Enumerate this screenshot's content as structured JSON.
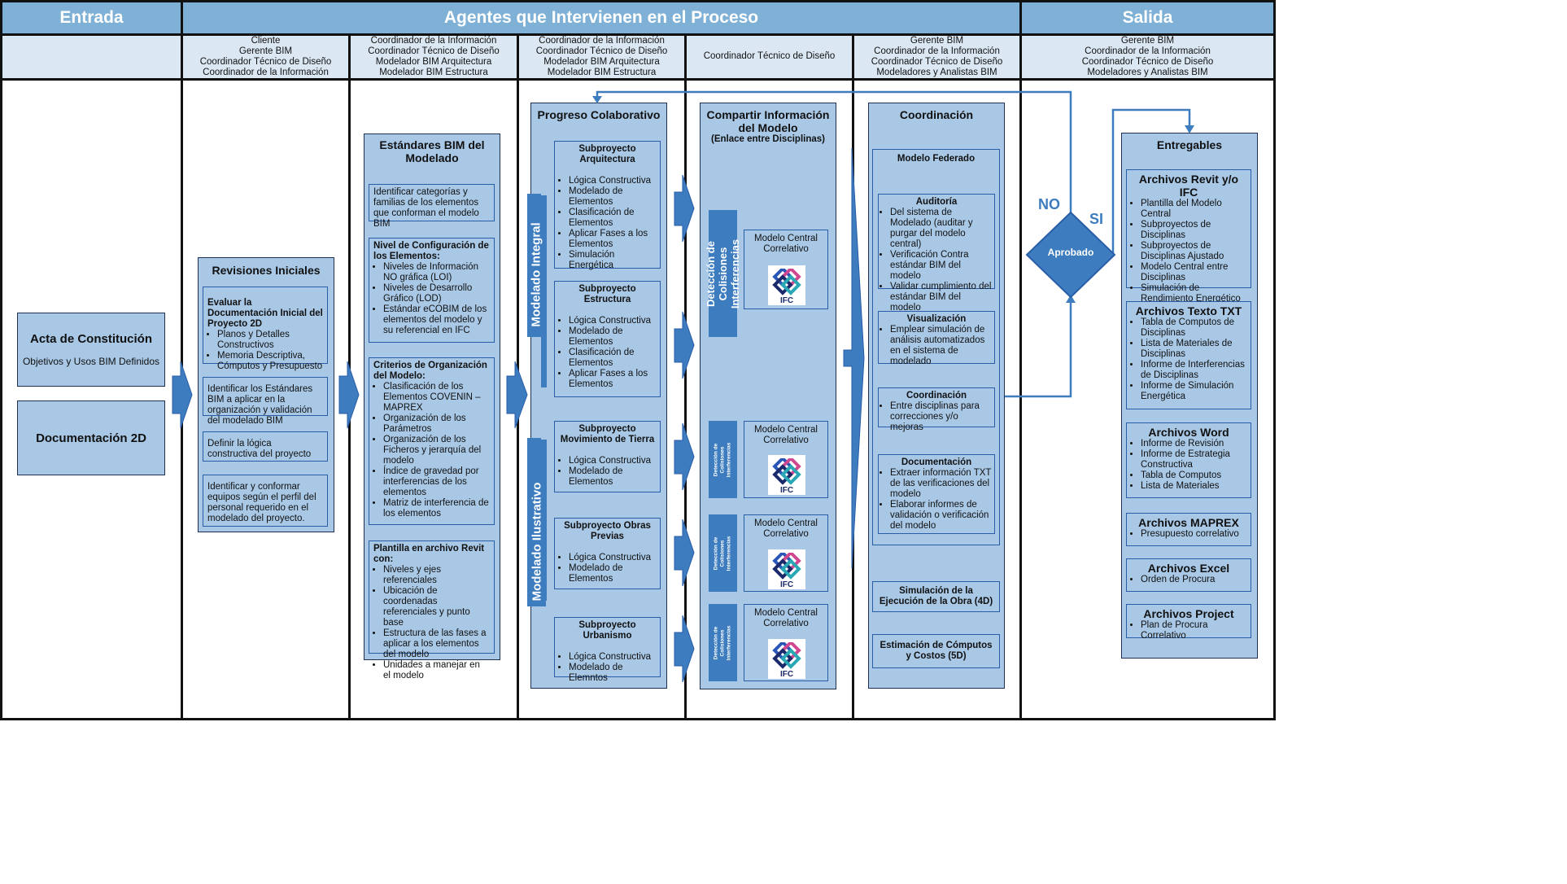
{
  "header": {
    "input": "Entrada",
    "agents": "Agentes que Intervienen en el Proceso",
    "output": "Salida"
  },
  "roles": {
    "col2": [
      "Cliente",
      "Gerente BIM",
      "Coordinador Técnico de Diseño",
      "Coordinador de la Información"
    ],
    "col3": [
      "Coordinador de la Información",
      "Coordinador Técnico de Diseño",
      "Modelador BIM Arquitectura",
      "Modelador BIM Estructura"
    ],
    "col4": [
      "Coordinador de la Información",
      "Coordinador Técnico de Diseño",
      "Modelador BIM Arquitectura",
      "Modelador BIM Estructura"
    ],
    "col5": [
      "Coordinador Técnico de Diseño"
    ],
    "col6": [
      "Gerente BIM",
      "Coordinador de la Información",
      "Coordinador Técnico de Diseño",
      "Modeladores y Analistas BIM"
    ],
    "col7": [
      "Gerente BIM",
      "Coordinador de la Información",
      "Coordinador Técnico de Diseño",
      "Modeladores y Analistas BIM"
    ]
  },
  "inputs": {
    "acta_title": "Acta de Constitución",
    "acta_sub": "Objetivos y Usos BIM Definidos",
    "doc2d": "Documentación 2D"
  },
  "revisiones": {
    "title": "Revisiones Iniciales",
    "b1_title": "Evaluar la Documentación Inicial del Proyecto 2D",
    "b1_items": [
      "Planos y Detalles Constructivos",
      "Memoria Descriptiva, Cómputos y Presupuesto"
    ],
    "b2": "Identificar los Estándares BIM a aplicar en la organización y validación del modelado BIM",
    "b3": "Definir la lógica constructiva del proyecto",
    "b4": "Identificar y conformar equipos según el perfil del personal requerido en el modelado del proyecto."
  },
  "estandares": {
    "title": "Estándares BIM del Modelado",
    "b1": "Identificar categorías y familias de los elementos que conforman el modelo BIM",
    "b2_title": "Nivel de Configuración de los Elementos:",
    "b2_items": [
      "Niveles de Información NO gráfica (LOI)",
      "Niveles de Desarrollo Gráfico (LOD)",
      "Estándar eCOBIM de los elementos del modelo y su referencial en IFC"
    ],
    "b3_title": "Criterios de Organización del Modelo:",
    "b3_items": [
      "Clasificación de los Elementos COVENIN – MAPREX",
      "Organización de los Parámetros",
      "Organización de los Ficheros y jerarquía del modelo",
      "Índice de gravedad por interferencias de los elementos",
      "Matriz de interferencia de los elementos"
    ],
    "b4_title": "Plantilla en archivo Revit con:",
    "b4_items": [
      "Niveles y ejes referenciales",
      "Ubicación de coordenadas referenciales y punto base",
      "Estructura de las fases a aplicar a los elementos del modelo",
      "Unidades a manejar en el modelo"
    ]
  },
  "progreso": {
    "title": "Progreso Colaborativo",
    "label_integral": "Modelado Integral",
    "label_ilustrativo": "Modelado Ilustrativo",
    "s1_title": "Subproyecto Arquitectura",
    "s1_items": [
      "Lógica Constructiva",
      "Modelado de Elementos",
      "Clasificación de Elementos",
      "Aplicar Fases a los Elementos",
      "Simulación Energética"
    ],
    "s2_title": "Subproyecto Estructura",
    "s2_items": [
      "Lógica Constructiva",
      "Modelado de Elementos",
      "Clasificación de Elementos",
      "Aplicar Fases a los Elementos"
    ],
    "s3_title": "Subproyecto Movimiento de Tierra",
    "s3_items": [
      "Lógica Constructiva",
      "Modelado de Elementos"
    ],
    "s4_title": "Subproyecto Obras Previas",
    "s4_items": [
      "Lógica Constructiva",
      "Modelado de Elementos"
    ],
    "s5_title": "Subproyecto Urbanismo",
    "s5_items": [
      "Lógica Constructiva",
      "Modelado de Elemntos"
    ]
  },
  "compartir": {
    "title": "Compartir Información del Modelo",
    "subtitle": "(Enlace entre Disciplinas)",
    "collision_big": "Detección de Colisiones Interferencias",
    "collision_small": "Detección de Colisiones Interferencias",
    "model_label": "Modelo Central Correlativo",
    "ifc": "IFC"
  },
  "coordinacion": {
    "title": "Coordinación",
    "federado": "Modelo Federado",
    "auditoria_title": "Auditoría",
    "auditoria_items": [
      "Del sistema de Modelado (auditar y purgar del modelo central)",
      "Verificación Contra estándar BIM del modelo",
      "Validar cumplimiento del estándar BIM del modelo"
    ],
    "visual_title": "Visualización",
    "visual_items": [
      "Emplear simulación de análisis automatizados en el sistema de modelado"
    ],
    "coord_title": "Coordinación",
    "coord_items": [
      "Entre disciplinas para correcciones y/o mejoras"
    ],
    "doc_title": "Documentación",
    "doc_items": [
      "Extraer información TXT de las verificaciones del modelo",
      "Elaborar informes de validación o verificación del modelo"
    ],
    "sim4d": "Simulación de la Ejecución de la Obra (4D)",
    "est5d": "Estimación de Cómputos y Costos (5D)"
  },
  "decision": {
    "label": "Aprobado",
    "no": "NO",
    "si": "SI"
  },
  "entregables": {
    "title": "Entregables",
    "g1_title": "Archivos Revit y/o IFC",
    "g1_items": [
      "Plantilla del Modelo Central",
      "Subproyectos de Disciplinas",
      "Subproyectos de Disciplinas Ajustado",
      "Modelo Central entre Disciplinas",
      "Simulación de Rendimiento Energético"
    ],
    "g2_title": "Archivos Texto TXT",
    "g2_items": [
      "Tabla de Computos de Disciplinas",
      "Lista de Materiales de Disciplinas",
      "Informe de Interferencias de Disciplinas",
      "Informe de Simulación Energética"
    ],
    "g3_title": "Archivos Word",
    "g3_items": [
      "Informe de Revisión",
      "Informe de Estrategia Constructiva",
      "Tabla de Computos",
      "Lista de Materiales"
    ],
    "g4_title": "Archivos MAPREX",
    "g4_items": [
      "Presupuesto correlativo"
    ],
    "g5_title": "Archivos Excel",
    "g5_items": [
      "Orden de Procura"
    ],
    "g6_title": "Archivos Project",
    "g6_items": [
      "Plan de Procura Correlativo"
    ]
  }
}
